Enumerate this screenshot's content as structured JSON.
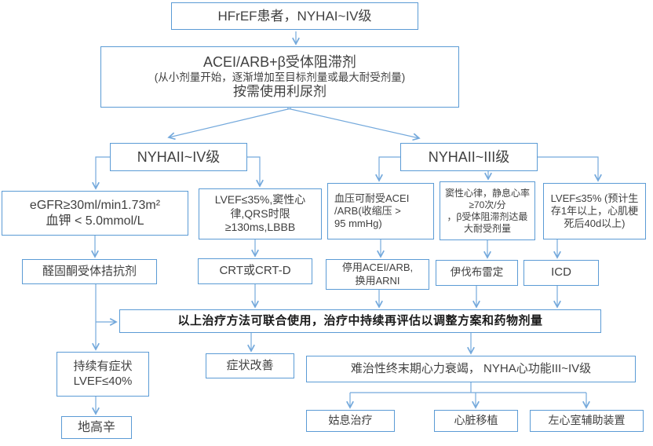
{
  "diagram": {
    "type": "flowchart",
    "topic": "HFrEF treatment pathway",
    "colors": {
      "box_border": "#5b9bd5",
      "connector": "#74a9dc",
      "text": "#404040",
      "emphasis_text": "#1a1a1a",
      "background": "#ffffff"
    },
    "nodes": {
      "start": {
        "label": "HFrEF患者，NYHAI~IV级"
      },
      "base_therapy": {
        "title": "ACEI/ARB+β受体阻滞剂",
        "subtitle": "(从小剂量开始，逐渐增加至目标剂量或最大耐受剂量)",
        "note": "按需使用利尿剂"
      },
      "nyha_ii_iv": {
        "label": "NYHAII~IV级"
      },
      "nyha_ii_iii": {
        "label": "NYHAII~III级"
      },
      "egfr_criteria": {
        "label": "eGFR≥30ml/min1.73m²\n血钾 < 5.0mmol/L"
      },
      "crt_criteria": {
        "label": "LVEF≤35%,窦性心\n律,QRS时限\n≥130ms,LBBB"
      },
      "bp_criteria": {
        "label": "血压可耐受ACEI\n/ARB(收缩压 >\n95 mmHg)"
      },
      "sinus_criteria": {
        "label": "窦性心律，静息心率\n≥70次/分\n，β受体阻滞剂达最\n大耐受剂量"
      },
      "icd_criteria": {
        "label": "LVEF≤35% (预计生\n存1年以上，心肌梗\n死后40d以上)"
      },
      "mra": {
        "label": "醛固酮受体拮抗剂"
      },
      "crt": {
        "label": "CRT或CRT-D"
      },
      "arni": {
        "label": "停用ACEI/ARB,\n换用ARNI"
      },
      "ivabradine": {
        "label": "伊伐布雷定"
      },
      "icd": {
        "label": "ICD"
      },
      "combine_note": {
        "label": "以上治疗方法可联合使用，治疗中持续再评估以调整方案和药物剂量"
      },
      "persistent_symptoms": {
        "label": "持续有症状\nLVEF≤40%"
      },
      "symptom_improved": {
        "label": "症状改善"
      },
      "refractory": {
        "label": "难治性终末期心力衰竭， NYHA心功能III~IV级"
      },
      "digoxin": {
        "label": "地高辛"
      },
      "palliative": {
        "label": "姑息治疗"
      },
      "transplant": {
        "label": "心脏移植"
      },
      "lvad": {
        "label": "左心室辅助装置"
      }
    }
  }
}
